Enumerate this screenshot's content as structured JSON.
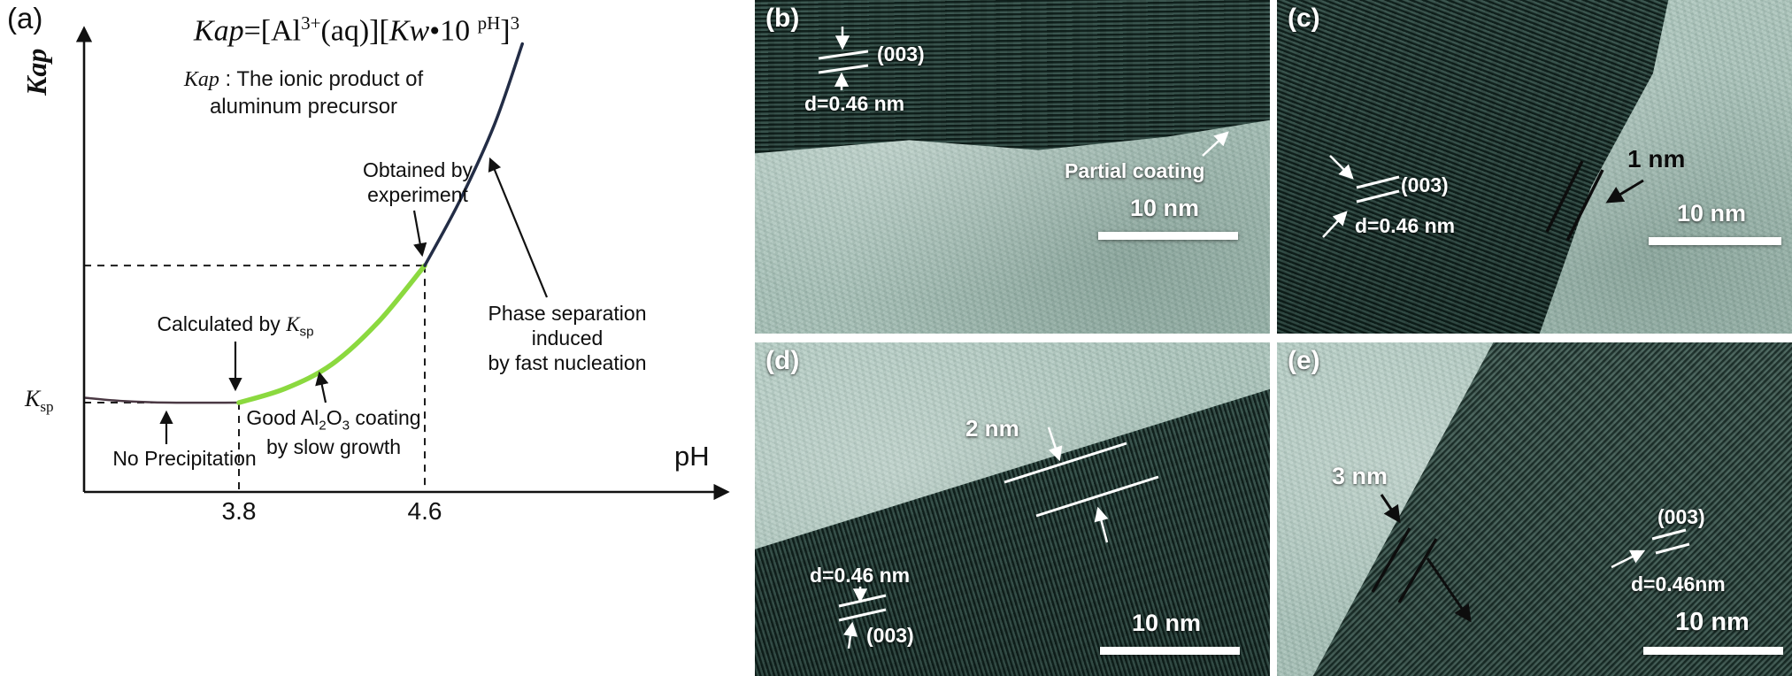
{
  "figure": {
    "panel_a": {
      "label": "(a)",
      "formula": {
        "kap": "Kap",
        "open": "=[Al",
        "sup_al": "3+",
        "aq": "(aq)][",
        "kw": "Kw",
        "dot10": "•10 ",
        "sup_ph": "pH",
        "close": "]",
        "sup_3": "3"
      },
      "caption": {
        "k": "Kap",
        "rest": " : The ionic product of",
        "line2": "aluminum precursor"
      },
      "y_axis_label": "Kap",
      "y_ref": {
        "k": "K",
        "sub": "sp"
      },
      "x_axis_label": "pH",
      "ann_calculated": {
        "pre": "Calculated by ",
        "k": "K",
        "sub": "sp"
      },
      "ann_obtained": [
        "Obtained by",
        "experiment"
      ],
      "ann_phase": [
        "Phase separation induced",
        "by fast nucleation"
      ],
      "ann_no_precipitation": "No Precipitation",
      "ann_good": {
        "p1": "Good Al",
        "s1": "2",
        "p2": "O",
        "s2": "3",
        "p3": " coating",
        "line2": "by slow growth"
      }
    },
    "panel_b": {
      "label": "(b)",
      "plane": "(003)",
      "d_spacing": "d=0.46 nm",
      "partial_coating": "Partial coating",
      "scale": "10 nm"
    },
    "panel_c": {
      "label": "(c)",
      "plane": "(003)",
      "d_spacing": "d=0.46 nm",
      "thickness": "1 nm",
      "scale": "10 nm"
    },
    "panel_d": {
      "label": "(d)",
      "plane": "(003)",
      "d_spacing": "d=0.46 nm",
      "thickness": "2 nm",
      "scale": "10 nm"
    },
    "panel_e": {
      "label": "(e)",
      "plane": "(003)",
      "d_spacing": "d=0.46nm",
      "thickness": "3 nm",
      "scale": "10 nm"
    }
  },
  "chart_data": {
    "type": "line",
    "title": "Ionic product of aluminum precursor (Kap) versus pH (schematic)",
    "xlabel": "pH",
    "ylabel": "Kap",
    "x_ticks": [
      3.8,
      4.6
    ],
    "x_tick_labels": [
      "3.8",
      "4.6"
    ],
    "y_reference": {
      "label": "Ksp",
      "value_norm": 0.1
    },
    "axes": {
      "x_range_ph": [
        3.14,
        5.05
      ],
      "y_range_norm": [
        0,
        1.05
      ],
      "grid": false,
      "dashed_guides": true
    },
    "key_points": [
      {
        "name": "calculated-by-Ksp",
        "ph": 3.8,
        "kap_norm": 0.1
      },
      {
        "name": "obtained-by-experiment",
        "ph": 4.6,
        "kap_norm": 0.44
      }
    ],
    "series": [
      {
        "name": "No Precipitation",
        "color": "#4b3944",
        "width": 2.5,
        "points_ph_kap": [
          [
            3.14,
            0.112
          ],
          [
            3.3,
            0.104
          ],
          [
            3.5,
            0.1
          ],
          [
            3.8,
            0.1
          ]
        ]
      },
      {
        "name": "Good Al2O3 coating by slow growth",
        "color": "#8bd93f",
        "width": 5.5,
        "points_ph_kap": [
          [
            3.8,
            0.1
          ],
          [
            4.0,
            0.135
          ],
          [
            4.2,
            0.195
          ],
          [
            4.4,
            0.3
          ],
          [
            4.6,
            0.44
          ]
        ]
      },
      {
        "name": "Phase separation induced by fast nucleation",
        "color": "#232d46",
        "width": 3.5,
        "points_ph_kap": [
          [
            4.6,
            0.44
          ],
          [
            4.75,
            0.6
          ],
          [
            4.9,
            0.79
          ],
          [
            5.02,
            0.99
          ]
        ]
      }
    ],
    "annotations": [
      "Calculated by Ksp",
      "Obtained by experiment",
      "Phase separation induced by fast nucleation",
      "Good Al2O3 coating by slow growth",
      "No Precipitation"
    ]
  }
}
